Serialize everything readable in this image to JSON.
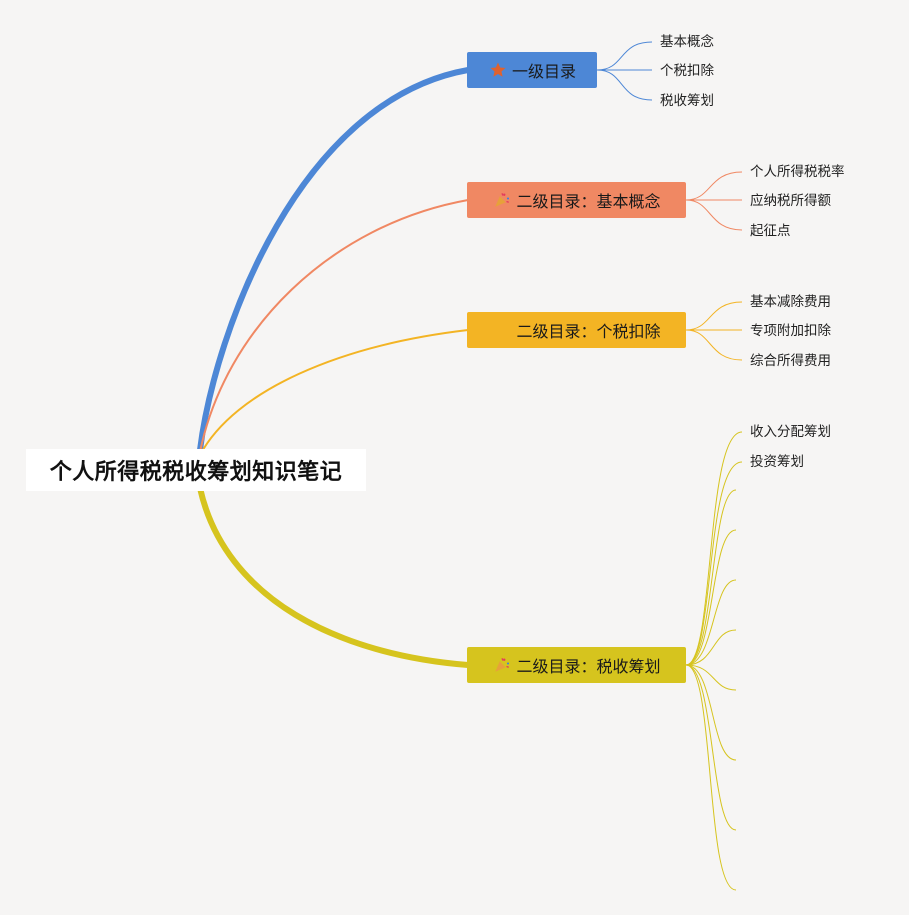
{
  "root": {
    "title": "个人所得税税收筹划知识笔记"
  },
  "colors": {
    "background": "#f6f5f4",
    "blue": "#4d87d6",
    "orange": "#f08863",
    "amber": "#f3b424",
    "olive": "#d6c41e"
  },
  "branches": [
    {
      "label": "一级目录",
      "icon": "star-icon",
      "children": [
        "基本概念",
        "个税扣除",
        "税收筹划"
      ]
    },
    {
      "label": "二级目录：基本概念",
      "icon": "party-popper-icon",
      "children": [
        "个人所得税税率",
        "应纳税所得额",
        "起征点"
      ]
    },
    {
      "label": "二级目录：个税扣除",
      "icon": "",
      "children": [
        "基本减除费用",
        "专项附加扣除",
        "综合所得费用"
      ]
    },
    {
      "label": "二级目录：税收筹划",
      "icon": "party-popper-icon",
      "children": [
        "收入分配筹划",
        "投资筹划"
      ]
    }
  ]
}
